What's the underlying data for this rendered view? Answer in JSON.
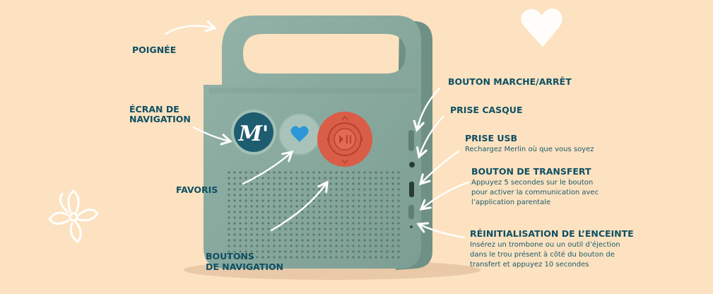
{
  "labels": {
    "poignee": "POIGNÉE",
    "ecran_line1": "ÉCRAN DE",
    "ecran_line2": "NAVIGATION",
    "favoris": "FAVORIS",
    "boutons_line1": "BOUTONS",
    "boutons_line2": "DE NAVIGATION",
    "marche_arret": "BOUTON MARCHE/ARRÊT",
    "prise_casque": "PRISE CASQUE",
    "prise_usb": "PRISE USB",
    "prise_usb_desc": "Rechargez Merlin où que vous soyez",
    "transfert": "BOUTON DE TRANSFERT",
    "transfert_desc": [
      "Appuyez 5 secondes sur le bouton",
      "pour activer la communication avec",
      "l’application parentale"
    ],
    "reinit": "RÉINITIALISATION DE L’ENCEINTE",
    "reinit_desc": [
      "Insérez un trombone ou un outil d’éjection",
      "dans le trou présent à côté du bouton de",
      "transfert et appuyez 10 secondes"
    ]
  },
  "device": {
    "logo_text": "M'"
  },
  "colors": {
    "background": "#fce2c0",
    "device_body": "#86a79c",
    "label_text": "#0f4f63",
    "nav_button": "#da5d47",
    "heart": "#2b97d6",
    "screen": "#1e5c70"
  },
  "icons": [
    "heart-doodle-icon",
    "flower-doodle-icon",
    "arrow-icon",
    "m-logo-icon",
    "heart-icon",
    "play-pause-icon"
  ]
}
